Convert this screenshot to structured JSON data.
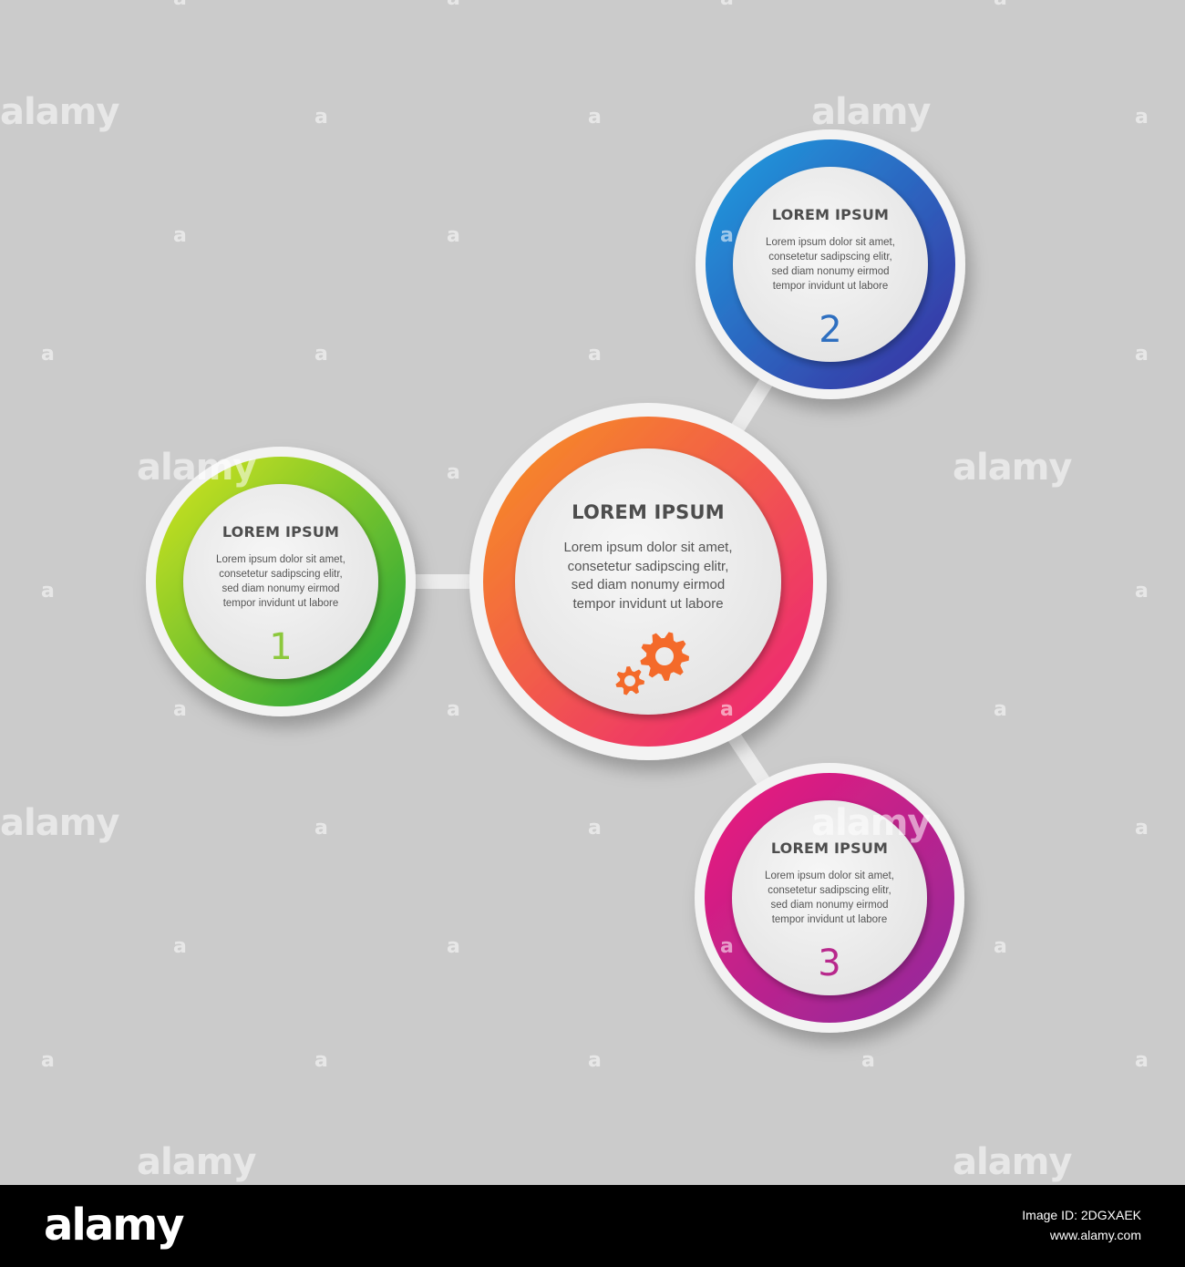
{
  "colors": {
    "background": "#cbcbcb",
    "node1_gradient": [
      "#d7e61e",
      "#16a03c"
    ],
    "node2_gradient": [
      "#1ea0e1",
      "#3a2c9f"
    ],
    "node3_gradient": [
      "#ee1a7a",
      "#8e2b9e"
    ],
    "center_gradient": [
      "#f7941e",
      "#ec1c7c"
    ],
    "gear_color": "#f46a2a"
  },
  "center": {
    "title": "LOREM IPSUM",
    "body_lines": [
      "Lorem ipsum dolor sit amet,",
      "consetetur sadipscing elitr,",
      "sed diam nonumy eirmod",
      "tempor invidunt ut labore"
    ],
    "icon": "gears-icon"
  },
  "nodes": [
    {
      "title": "LOREM IPSUM",
      "body_lines": [
        "Lorem ipsum dolor sit amet,",
        "consetetur sadipscing elitr,",
        "sed diam nonumy eirmod",
        "tempor invidunt ut labore"
      ],
      "number": "1",
      "number_color": "#8cc83c"
    },
    {
      "title": "LOREM IPSUM",
      "body_lines": [
        "Lorem ipsum dolor sit amet,",
        "consetetur sadipscing elitr,",
        "sed diam nonumy eirmod",
        "tempor invidunt ut labore"
      ],
      "number": "2",
      "number_color": "#2e6fc0"
    },
    {
      "title": "LOREM IPSUM",
      "body_lines": [
        "Lorem ipsum dolor sit amet,",
        "consetetur sadipscing elitr,",
        "sed diam nonumy eirmod",
        "tempor invidunt ut labore"
      ],
      "number": "3",
      "number_color": "#b8288c"
    }
  ],
  "watermark": {
    "word": "alamy",
    "letter": "a"
  },
  "footer": {
    "logo": "alamy",
    "image_id": "Image ID: 2DGXAEK",
    "site": "www.alamy.com"
  }
}
